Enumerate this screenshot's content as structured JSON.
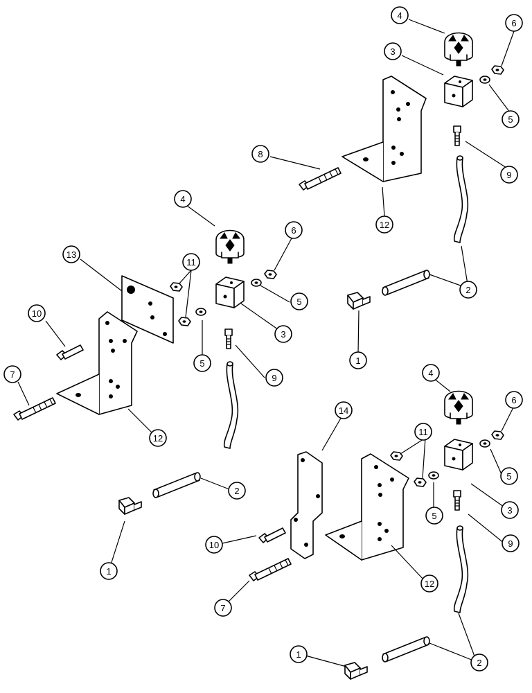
{
  "diagram": {
    "callouts": [
      {
        "id": "c1",
        "label": "4"
      },
      {
        "id": "c2",
        "label": "6"
      },
      {
        "id": "c3",
        "label": "3"
      },
      {
        "id": "c4",
        "label": "5"
      },
      {
        "id": "c5",
        "label": "8"
      },
      {
        "id": "c6",
        "label": "9"
      },
      {
        "id": "c7",
        "label": "12"
      },
      {
        "id": "c8",
        "label": "4"
      },
      {
        "id": "c9",
        "label": "6"
      },
      {
        "id": "c10",
        "label": "13"
      },
      {
        "id": "c11",
        "label": "11"
      },
      {
        "id": "c12",
        "label": "5"
      },
      {
        "id": "c13",
        "label": "2"
      },
      {
        "id": "c14",
        "label": "10"
      },
      {
        "id": "c15",
        "label": "3"
      },
      {
        "id": "c16",
        "label": "1"
      },
      {
        "id": "c17",
        "label": "9"
      },
      {
        "id": "c18",
        "label": "7"
      },
      {
        "id": "c19",
        "label": "5"
      },
      {
        "id": "c20",
        "label": "12"
      },
      {
        "id": "c21",
        "label": "4"
      },
      {
        "id": "c22",
        "label": "6"
      },
      {
        "id": "c23",
        "label": "14"
      },
      {
        "id": "c24",
        "label": "11"
      },
      {
        "id": "c25",
        "label": "5"
      },
      {
        "id": "c26",
        "label": "2"
      },
      {
        "id": "c27",
        "label": "5"
      },
      {
        "id": "c28",
        "label": "3"
      },
      {
        "id": "c29",
        "label": "10"
      },
      {
        "id": "c30",
        "label": "9"
      },
      {
        "id": "c31",
        "label": "1"
      },
      {
        "id": "c32",
        "label": "12"
      },
      {
        "id": "c33",
        "label": "7"
      },
      {
        "id": "c34",
        "label": "2"
      },
      {
        "id": "c35",
        "label": "1"
      }
    ]
  }
}
